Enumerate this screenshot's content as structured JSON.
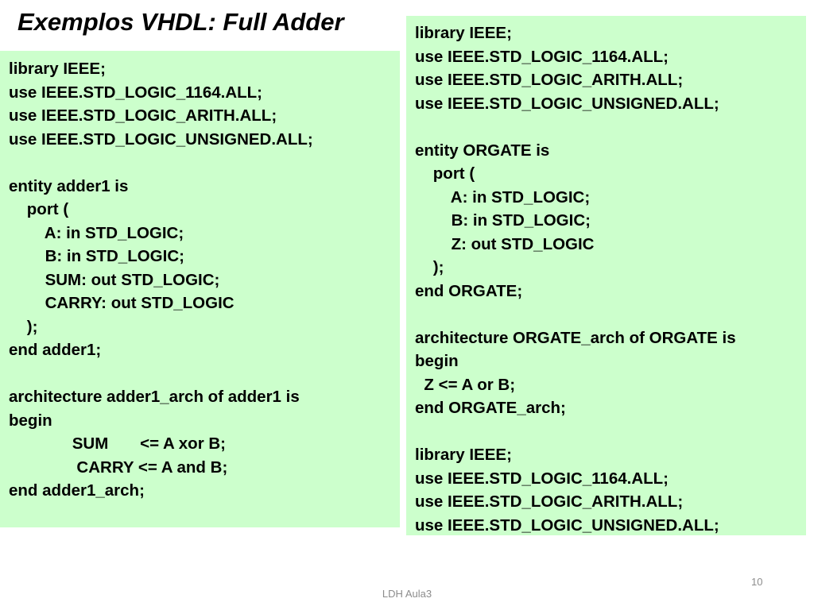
{
  "title": "Exemplos VHDL: Full Adder",
  "left_code": [
    "library IEEE;",
    "use IEEE.STD_LOGIC_1164.ALL;",
    "use IEEE.STD_LOGIC_ARITH.ALL;",
    "use IEEE.STD_LOGIC_UNSIGNED.ALL;",
    "",
    "entity adder1 is",
    "    port (",
    "        A: in STD_LOGIC;",
    "        B: in STD_LOGIC;",
    "        SUM: out STD_LOGIC;",
    "        CARRY: out STD_LOGIC",
    "    );",
    "end adder1;",
    "",
    "architecture adder1_arch of adder1 is",
    "begin",
    "              SUM       <= A xor B;",
    "               CARRY <= A and B;",
    "end adder1_arch;"
  ],
  "right_code": [
    "library IEEE;",
    "use IEEE.STD_LOGIC_1164.ALL;",
    "use IEEE.STD_LOGIC_ARITH.ALL;",
    "use IEEE.STD_LOGIC_UNSIGNED.ALL;",
    "",
    "entity ORGATE is",
    "    port (",
    "        A: in STD_LOGIC;",
    "        B: in STD_LOGIC;",
    "        Z: out STD_LOGIC",
    "    );",
    "end ORGATE;",
    "",
    "architecture ORGATE_arch of ORGATE is",
    "begin",
    "  Z <= A or B;",
    "end ORGATE_arch;",
    "",
    "library IEEE;",
    "use IEEE.STD_LOGIC_1164.ALL;",
    "use IEEE.STD_LOGIC_ARITH.ALL;",
    "use IEEE.STD_LOGIC_UNSIGNED.ALL;"
  ],
  "page_number": "10",
  "footer": "LDH Aula3",
  "colors": {
    "code_background": "#ccffcc",
    "footer_text": "#8c8c8c"
  }
}
